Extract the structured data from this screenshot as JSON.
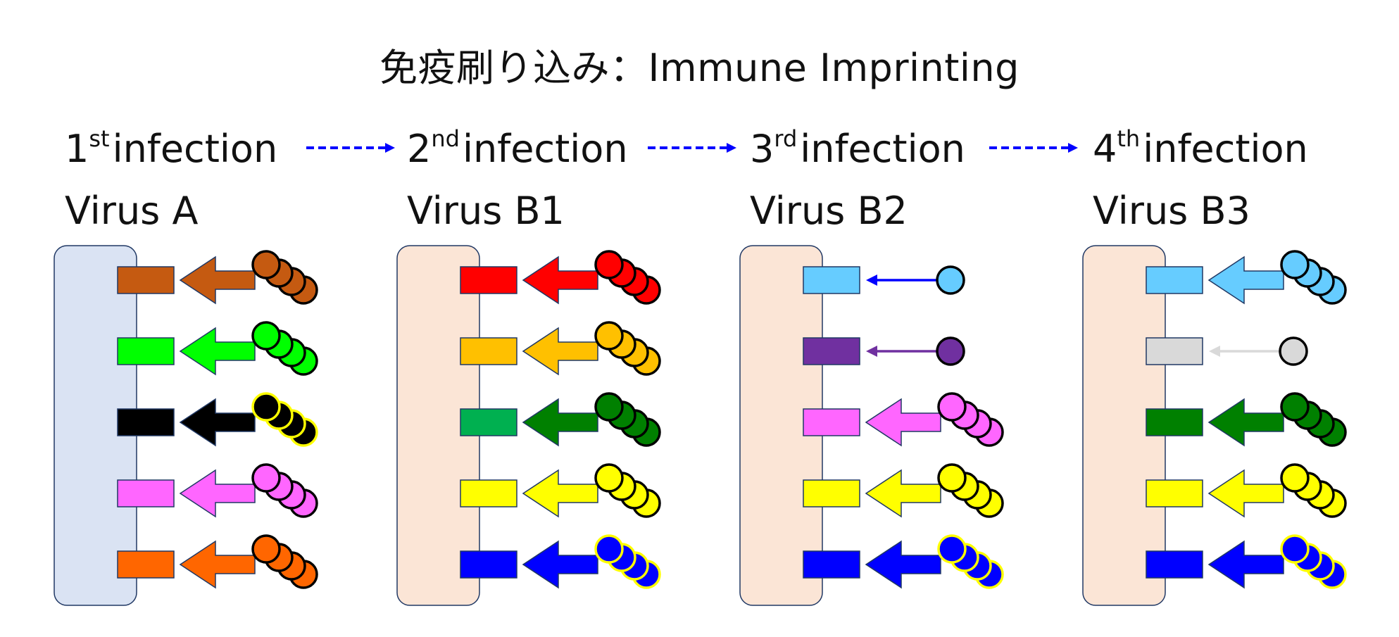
{
  "title": "免疫刷り込み：Immune Imprinting",
  "stages": [
    {
      "infection_number": "1",
      "ordinal_suffix": "st",
      "infection_label": "infection",
      "virus": "Virus A",
      "cell_color": "#dae3f3",
      "rows": [
        {
          "receptor": "#c55a11",
          "arrow": "#c55a11",
          "beads": "#c55a11",
          "bead_outline": "#000000",
          "strength": "strong"
        },
        {
          "receptor": "#00ff00",
          "arrow": "#00ff00",
          "beads": "#00ff00",
          "bead_outline": "#000000",
          "strength": "strong"
        },
        {
          "receptor": "#000000",
          "arrow": "#000000",
          "beads": "#000000",
          "bead_outline": "#ffff00",
          "strength": "strong"
        },
        {
          "receptor": "#ff66ff",
          "arrow": "#ff66ff",
          "beads": "#ff66ff",
          "bead_outline": "#000000",
          "strength": "strong"
        },
        {
          "receptor": "#ff6600",
          "arrow": "#ff6600",
          "beads": "#ff6600",
          "bead_outline": "#000000",
          "strength": "strong"
        }
      ]
    },
    {
      "infection_number": "2",
      "ordinal_suffix": "nd",
      "infection_label": "infection",
      "virus": "Virus B1",
      "cell_color": "#fbe5d6",
      "rows": [
        {
          "receptor": "#ff0000",
          "arrow": "#ff0000",
          "beads": "#ff0000",
          "bead_outline": "#000000",
          "strength": "strong"
        },
        {
          "receptor": "#ffc000",
          "arrow": "#ffc000",
          "beads": "#ffc000",
          "bead_outline": "#000000",
          "strength": "strong"
        },
        {
          "receptor": "#00b050",
          "arrow": "#008000",
          "beads": "#008000",
          "bead_outline": "#000000",
          "strength": "strong"
        },
        {
          "receptor": "#ffff00",
          "arrow": "#ffff00",
          "beads": "#ffff00",
          "bead_outline": "#000000",
          "strength": "strong"
        },
        {
          "receptor": "#0000ff",
          "arrow": "#0000ff",
          "beads": "#0000ff",
          "bead_outline": "#ffff00",
          "strength": "strong"
        }
      ]
    },
    {
      "infection_number": "3",
      "ordinal_suffix": "rd",
      "infection_label": "infection",
      "virus": "Virus B2",
      "cell_color": "#fbe5d6",
      "rows": [
        {
          "receptor": "#66ccff",
          "arrow": "#0000ff",
          "beads": "#66ccff",
          "bead_outline": "#000000",
          "strength": "weak"
        },
        {
          "receptor": "#7030a0",
          "arrow": "#7030a0",
          "beads": "#7030a0",
          "bead_outline": "#000000",
          "strength": "weak"
        },
        {
          "receptor": "#ff66ff",
          "arrow": "#ff66ff",
          "beads": "#ff66ff",
          "bead_outline": "#000000",
          "strength": "strong"
        },
        {
          "receptor": "#ffff00",
          "arrow": "#ffff00",
          "beads": "#ffff00",
          "bead_outline": "#000000",
          "strength": "strong"
        },
        {
          "receptor": "#0000ff",
          "arrow": "#0000ff",
          "beads": "#0000ff",
          "bead_outline": "#ffff00",
          "strength": "strong"
        }
      ]
    },
    {
      "infection_number": "4",
      "ordinal_suffix": "th",
      "infection_label": "infection",
      "virus": "Virus B3",
      "cell_color": "#fbe5d6",
      "rows": [
        {
          "receptor": "#66ccff",
          "arrow": "#66ccff",
          "beads": "#66ccff",
          "bead_outline": "#000000",
          "strength": "strong"
        },
        {
          "receptor": "#d9d9d9",
          "arrow": "#d9d9d9",
          "beads": "#d9d9d9",
          "bead_outline": "#000000",
          "strength": "weak"
        },
        {
          "receptor": "#008000",
          "arrow": "#008000",
          "beads": "#008000",
          "bead_outline": "#000000",
          "strength": "strong"
        },
        {
          "receptor": "#ffff00",
          "arrow": "#ffff00",
          "beads": "#ffff00",
          "bead_outline": "#000000",
          "strength": "strong"
        },
        {
          "receptor": "#0000ff",
          "arrow": "#0000ff",
          "beads": "#0000ff",
          "bead_outline": "#ffff00",
          "strength": "strong"
        }
      ]
    }
  ],
  "sequence_arrow_color": "#0000ff"
}
